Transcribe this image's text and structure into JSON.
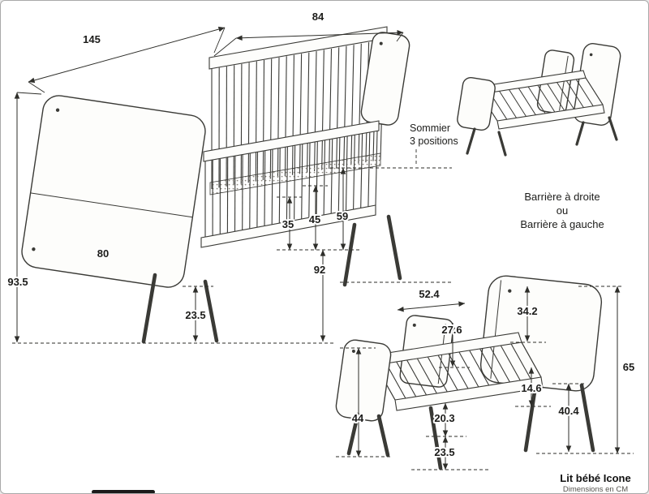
{
  "crib": {
    "dim_length": "145",
    "dim_width": "84",
    "dim_height_total": "93.5",
    "dim_panel_width": "80",
    "dim_leg_height": "23.5",
    "dim_base_height": "92",
    "dim_mattress_pos_high": "35",
    "dim_mattress_pos_mid": "45",
    "dim_mattress_pos_low": "59",
    "sommier_note_line1": "Sommier",
    "sommier_note_line2": "3 positions"
  },
  "barrier_note": {
    "line1": "Barrière à droite",
    "line2": "ou",
    "line3": "Barrière à gauche"
  },
  "bed": {
    "dim_headboard_width": "52.4",
    "dim_headboard_above": "34.2",
    "dim_barrier_height": "27.6",
    "dim_total_height": "65",
    "dim_rail_height": "14.6",
    "dim_under_headboard": "40.4",
    "dim_under_bed": "20.3",
    "dim_leg_height": "23.5",
    "dim_footboard_height": "44"
  },
  "footer": {
    "title": "Lit bébé Icone",
    "subtitle": "Dimensions en CM"
  }
}
